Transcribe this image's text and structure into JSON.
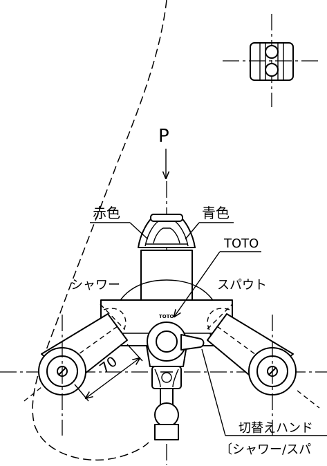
{
  "labels": {
    "view_arrow": "P",
    "red": "赤色",
    "blue": "青色",
    "brand": "TOTO",
    "brand_small": "TOTO",
    "shower": "シャワー",
    "spout": "スパウト",
    "dimension": "70",
    "switch_handle": "切替えハンド",
    "switch_sub": "〔シャワー/スパ"
  }
}
